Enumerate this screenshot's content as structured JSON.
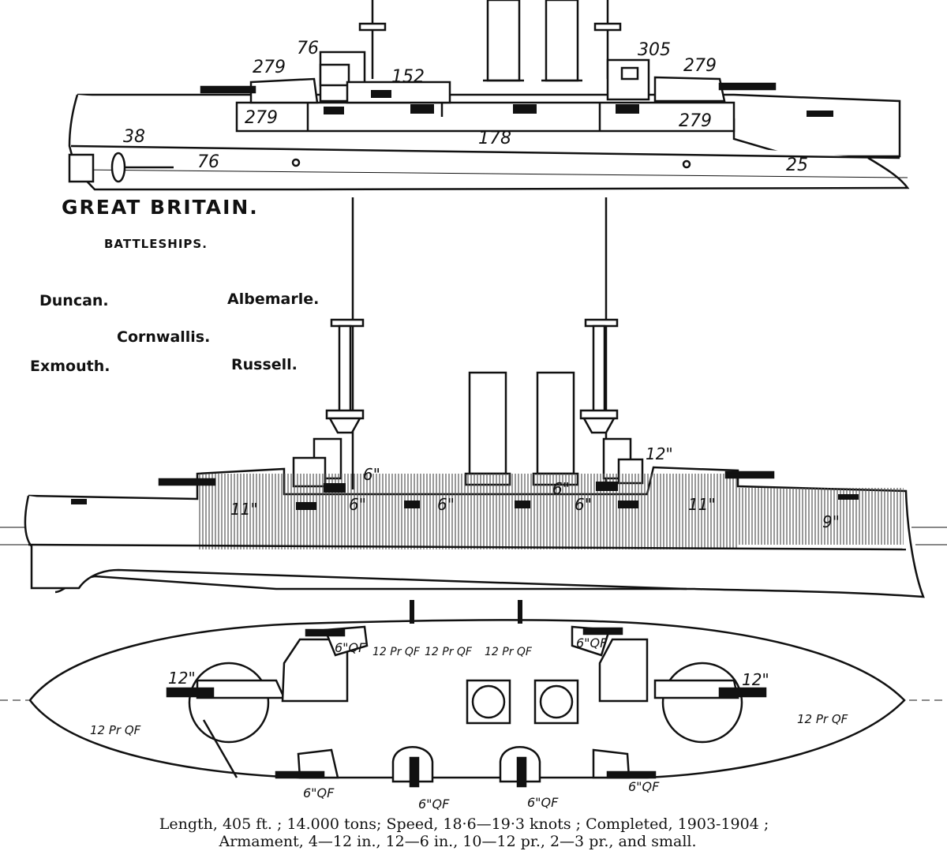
{
  "title": {
    "country": "GREAT BRITAIN.",
    "ship_type": "BATTLESHIPS."
  },
  "ship_names": [
    "Duncan.",
    "Albemarle.",
    "Cornwallis.",
    "Exmouth.",
    "Russell."
  ],
  "armour_plan": {
    "labels": {
      "a76_top": "76",
      "a279_fwd_turret": "279",
      "a152": "152",
      "a305": "305",
      "a279_aft_turret": "279",
      "a279_fwd_barbette": "279",
      "a279_aft_barbette": "279",
      "a38": "38",
      "a178": "178",
      "a76_stern": "76",
      "a25_bow": "25"
    }
  },
  "profile": {
    "labels": {
      "gun12_aft": "12\"",
      "gun6_a": "6\"",
      "gun6_b": "6\"",
      "gun6_c": "6\"",
      "gun6_d": "6\"",
      "gun6_e": "6\"",
      "armour11_fwd": "11\"",
      "armour11_aft": "11\"",
      "armour9": "9\""
    }
  },
  "deck_plan": {
    "labels": {
      "gun6qf_1": "6\"QF",
      "gun6qf_2": "6\"QF",
      "pr12_1": "12 Pr QF",
      "pr12_2": "12 Pr QF",
      "pr12_3": "12 Pr QF",
      "gun12_left": "12\"",
      "gun12_right": "12\"",
      "pr12_left": "12 Pr QF",
      "pr12_right": "12 Pr QF",
      "gun6qf_3": "6\"QF",
      "gun6qf_4": "6\"QF",
      "gun6qf_5": "6\"QF",
      "gun6qf_6": "6\"QF"
    }
  },
  "caption": {
    "line1": "Length, 405 ft. ; 14.000 tons; Speed, 18·6—19·3 knots ; Completed, 1903-1904 ;",
    "line2": "Armament, 4—12 in., 12—6 in., 10—12 pr., 2—3 pr., and small."
  }
}
